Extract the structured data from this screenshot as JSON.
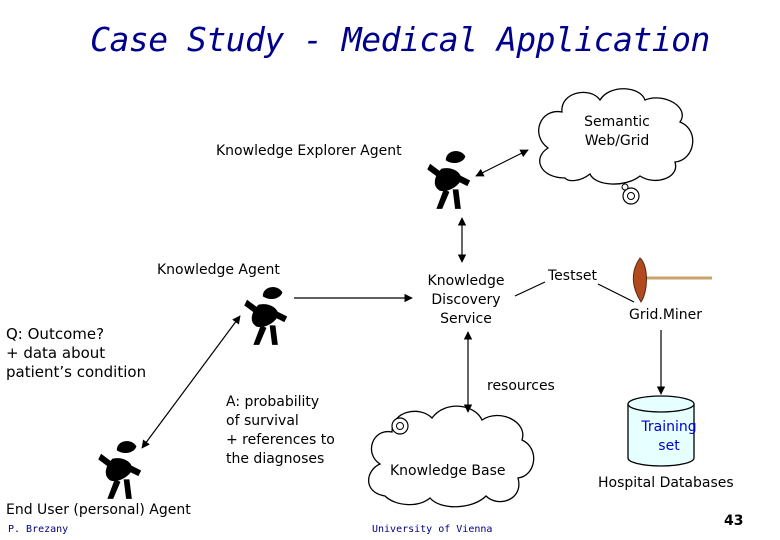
{
  "title": "Case Study - Medical Application",
  "nodes": {
    "semantic_grid": "Semantic\nWeb/Grid",
    "knowledge_explorer_agent": "Knowledge Explorer Agent",
    "knowledge_agent": "Knowledge Agent",
    "kds": "Knowledge\nDiscovery\nService",
    "testset": "Testset",
    "gridminer": "Grid.Miner",
    "query": "Q: Outcome?\n+ data about\npatient’s condition",
    "answer": "A: probability\nof survival\n+ references to\n the diagnoses",
    "resources": "resources",
    "training_set": "Training\nset",
    "knowledge_base": "Knowledge Base",
    "hospital_databases": "Hospital Databases",
    "end_user_agent": "End User (personal) Agent"
  },
  "footer": {
    "author": "P. Brezany",
    "institution": "University of Vienna",
    "page": "43"
  },
  "colors": {
    "title": "#00008B",
    "training_set_fill": "#E6FFFF",
    "training_set_text": "#0000CC"
  }
}
